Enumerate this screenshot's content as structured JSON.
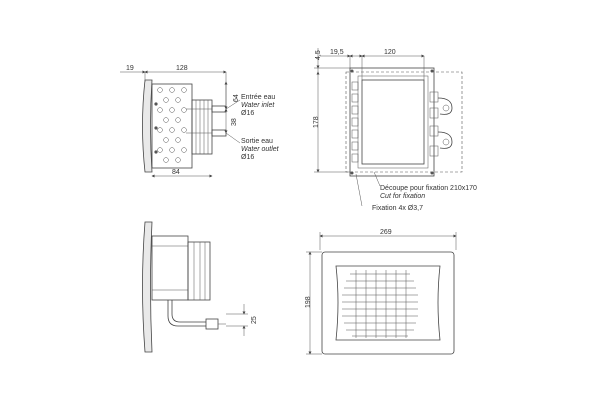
{
  "dimensions": {
    "d19": "19",
    "d128": "128",
    "d64": "64",
    "d38": "38",
    "d84": "84",
    "d19_5": "19,5",
    "d120": "120",
    "d4_5": "4,5",
    "d178": "178",
    "d269": "269",
    "d198": "198",
    "d25": "25"
  },
  "labels": {
    "inlet_fr": "Entrée eau",
    "inlet_en": "Water inlet",
    "inlet_dia": "Ø16",
    "outlet_fr": "Sortie eau",
    "outlet_en": "Water outlet",
    "outlet_dia": "Ø16",
    "cut_fr": "Découpe pour fixation 210x170",
    "cut_en": "Cut for fixation",
    "fixation": "Fixation 4x  Ø3,7"
  },
  "colors": {
    "line": "#444444",
    "text": "#333333",
    "fill": "#e9e9e9"
  }
}
